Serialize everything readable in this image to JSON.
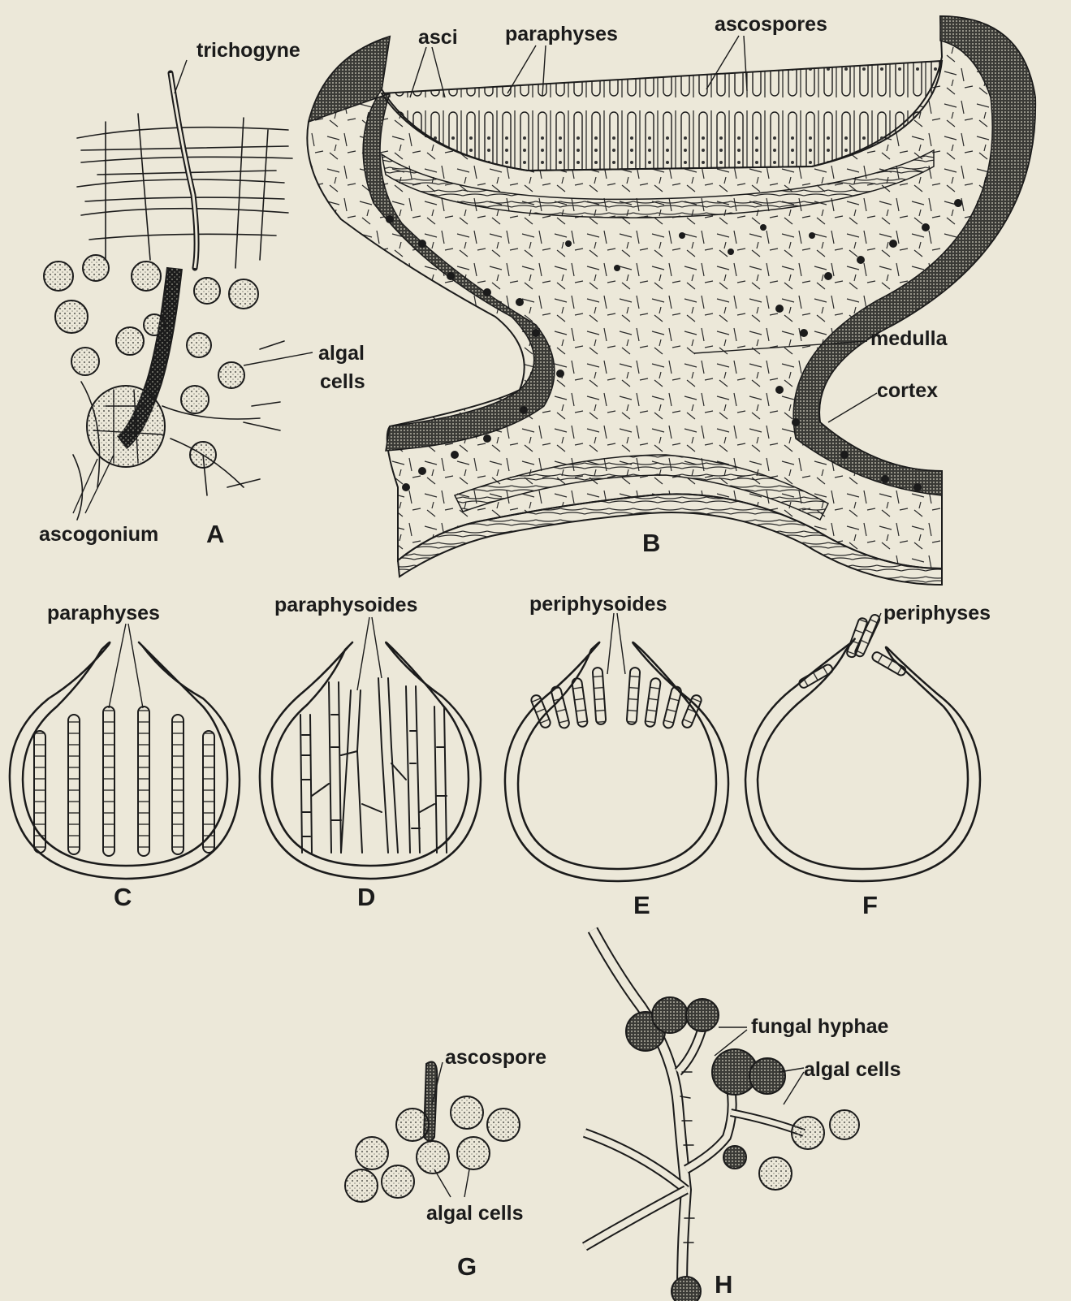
{
  "panels": {
    "A": {
      "letter": "A",
      "labels": {
        "trichogyne": "trichogyne",
        "algal_cells": [
          "algal",
          "cells"
        ],
        "ascogonium": "ascogonium"
      }
    },
    "B": {
      "letter": "B",
      "labels": {
        "asci": "asci",
        "paraphyses": "paraphyses",
        "ascospores": "ascospores",
        "medulla": "medulla",
        "cortex": "cortex"
      }
    },
    "C": {
      "letter": "C",
      "label": "paraphyses"
    },
    "D": {
      "letter": "D",
      "label": "paraphysoides"
    },
    "E": {
      "letter": "E",
      "label": "periphysoides"
    },
    "F": {
      "letter": "F",
      "label": "periphyses"
    },
    "G": {
      "letter": "G",
      "labels": {
        "ascospore": "ascospore",
        "algal_cells": "algal cells"
      }
    },
    "H": {
      "letter": "H",
      "labels": {
        "fungal_hyphae": "fungal hyphae",
        "algal_cells": "algal cells"
      }
    }
  },
  "colors": {
    "paper": "#ece8d9",
    "ink": "#1b1b1b",
    "stipple": "#8a8a80"
  }
}
